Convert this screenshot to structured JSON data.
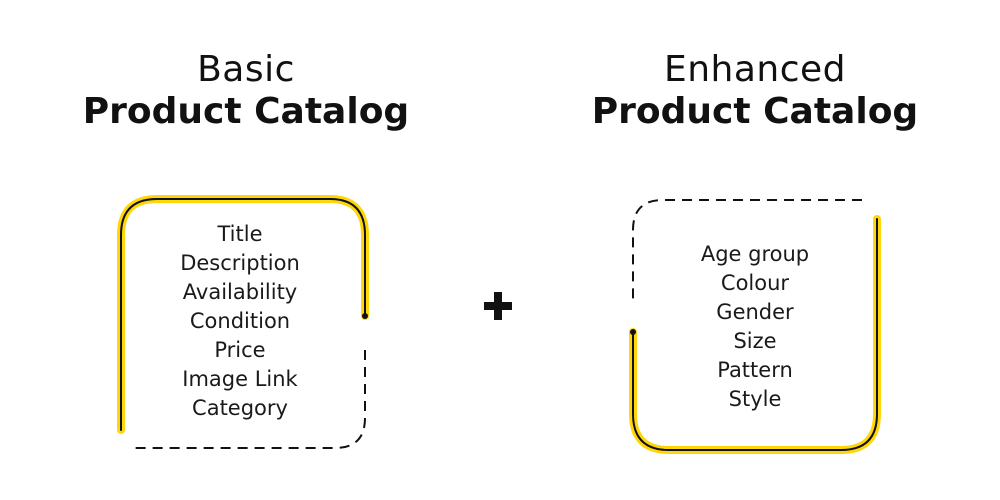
{
  "left": {
    "title_line1": "Basic",
    "title_line2": "Product Catalog",
    "items": [
      "Title",
      "Description",
      "Availability",
      "Condition",
      "Price",
      "Image Link",
      "Category"
    ]
  },
  "operator": "+",
  "right": {
    "title_line1": "Enhanced",
    "title_line2": "Product Catalog",
    "items": [
      "Age group",
      "Colour",
      "Gender",
      "Size",
      "Pattern",
      "Style"
    ]
  },
  "colors": {
    "accent": "#FFD60A",
    "ink": "#111111"
  }
}
